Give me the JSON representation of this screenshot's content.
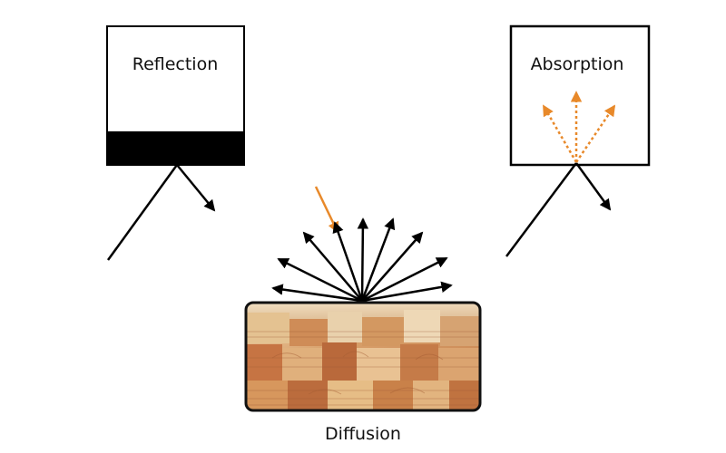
{
  "labels": {
    "reflection": "Reflection",
    "absorption": "Absorption",
    "diffusion": "Diffusion"
  },
  "colors": {
    "line": "#000000",
    "accent": "#e8892a",
    "background": "#ffffff",
    "wood_light": "#e9c79a",
    "wood_mid": "#d59a62",
    "wood_dark": "#b8663a"
  },
  "icons": {
    "reflection": "reflection-panel-icon",
    "absorption": "absorption-panel-icon",
    "diffusion": "wood-diffuser-icon"
  }
}
